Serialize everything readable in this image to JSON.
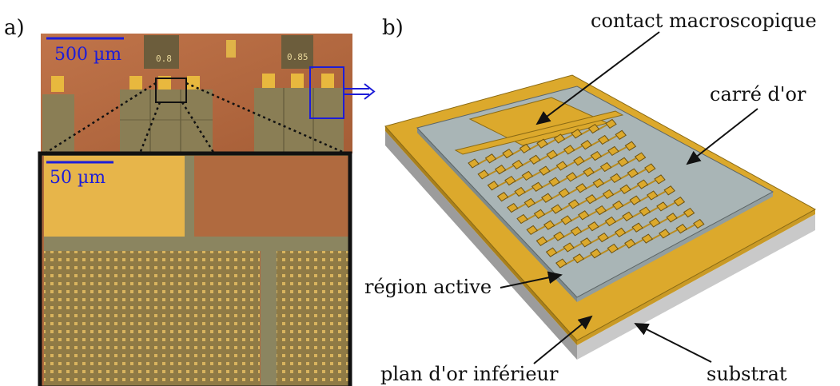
{
  "figure": {
    "panel_a_label": "a)",
    "panel_b_label": "b)"
  },
  "panel_a": {
    "top_scale_bar_label": "500 µm",
    "chip_label_1": "0.8",
    "chip_label_2": "0.85",
    "zoom_scale_bar_label": "50 µm"
  },
  "panel_b": {
    "annotations": {
      "contact": "contact macroscopique",
      "gold_square": "carré d'or",
      "active_region": "région active",
      "bottom_gold_plane": "plan d'or inférieur",
      "substrate": "substrat"
    }
  },
  "colors": {
    "gold": "#dca92c",
    "gold_dark": "#b98c1f",
    "grey_active": "#a9b5b6",
    "substrate": "#c8c8c8",
    "copper": "#b8683e",
    "scale_blue": "#1d1dd8"
  }
}
